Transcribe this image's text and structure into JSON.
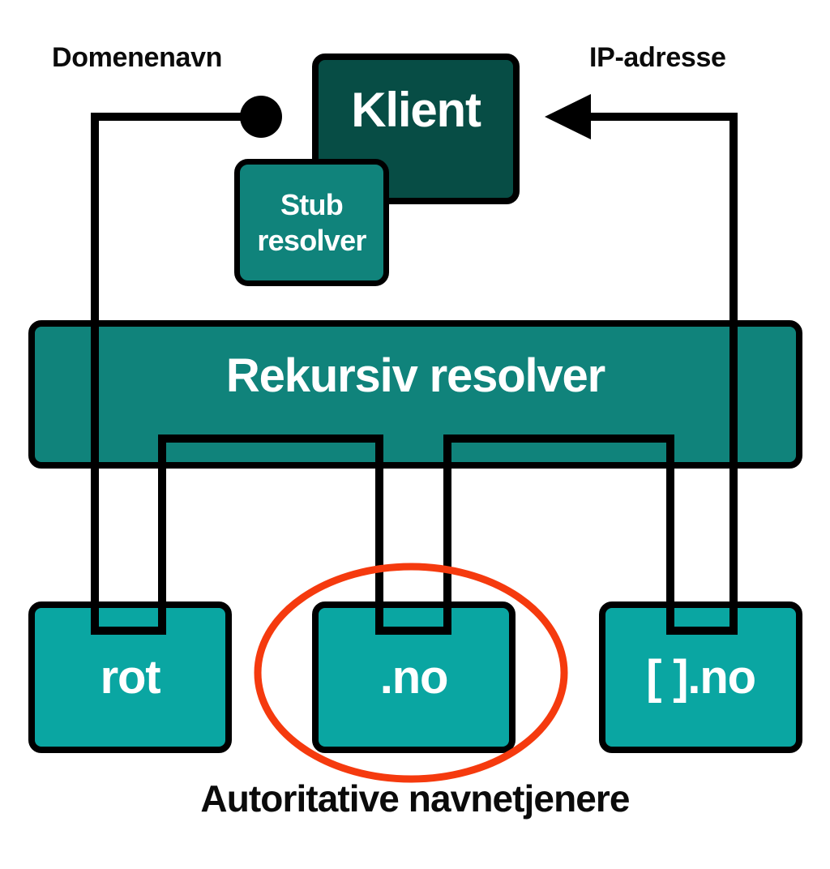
{
  "diagram": {
    "labels": {
      "domain_name": "Domenenavn",
      "ip_address": "IP-adresse",
      "authoritative": "Autoritative navnetjenere"
    },
    "nodes": {
      "client": "Klient",
      "stub_resolver": "Stub resolver",
      "recursive_resolver": "Rekursiv resolver",
      "root_server": "rot",
      "no_server": ".no",
      "domain_server": "[ ].no"
    },
    "icons": {
      "query_origin": "filled-circle",
      "answer_direction": "left-arrowhead",
      "highlight": "red-ellipse"
    },
    "colors": {
      "line_color": "#000000",
      "client_fill": "#074d45",
      "resolver_fill": "#10837b",
      "server_fill": "#0aa6a2",
      "highlight_color": "#f53a0e",
      "text_light": "#ffffff",
      "text_dark": "#0b0b0b"
    }
  }
}
